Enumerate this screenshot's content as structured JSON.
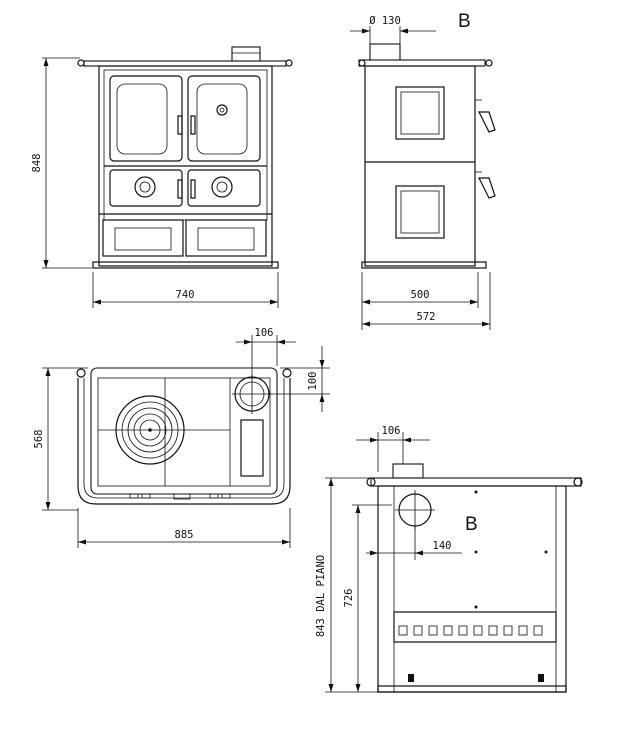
{
  "views": {
    "front": {
      "width": "740",
      "height": "848"
    },
    "side": {
      "flue_diameter": "Ø 130",
      "section_mark": "B",
      "width_base": "500",
      "width_total": "572"
    },
    "top": {
      "flue_offset_x": "106",
      "flue_offset_y": "100",
      "depth": "568",
      "width_total": "885"
    },
    "section": {
      "flue_offset_x": "106",
      "section_mark": "B",
      "flue_offset_inner": "140",
      "height_inner": "726",
      "height_floor": "843 DAL PIANO"
    }
  }
}
